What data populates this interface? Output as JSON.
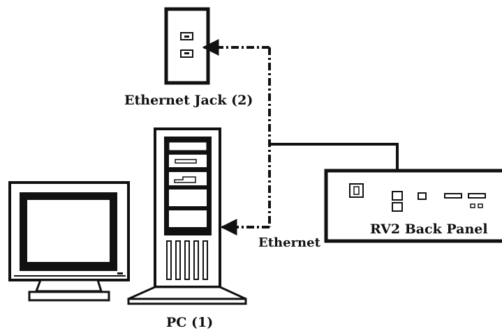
{
  "labels": {
    "ethernet_jack": "Ethernet Jack (2)",
    "ethernet": "Ethernet",
    "rv2_back_panel": "RV2 Back Panel",
    "pc": "PC (1)"
  },
  "colors": {
    "line": "#111111",
    "background": "#ffffff",
    "screen": "#ffffff"
  }
}
